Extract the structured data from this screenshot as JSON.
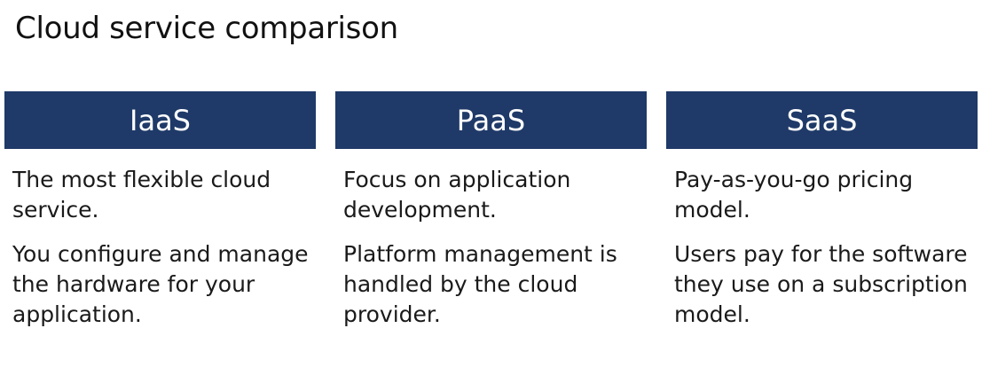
{
  "title": "Cloud service comparison",
  "colors": {
    "header_bg": "#1f3a68",
    "header_text": "#ffffff",
    "body_text": "#1a1a1a"
  },
  "columns": [
    {
      "heading": "IaaS",
      "paragraphs": [
        "The most flexible cloud service.",
        "You configure and manage the hardware for your application."
      ]
    },
    {
      "heading": "PaaS",
      "paragraphs": [
        "Focus on application development.",
        "Platform management is handled by the cloud provider."
      ]
    },
    {
      "heading": "SaaS",
      "paragraphs": [
        "Pay-as-you-go pricing model.",
        "Users pay for the software they use on a subscription model."
      ]
    }
  ]
}
